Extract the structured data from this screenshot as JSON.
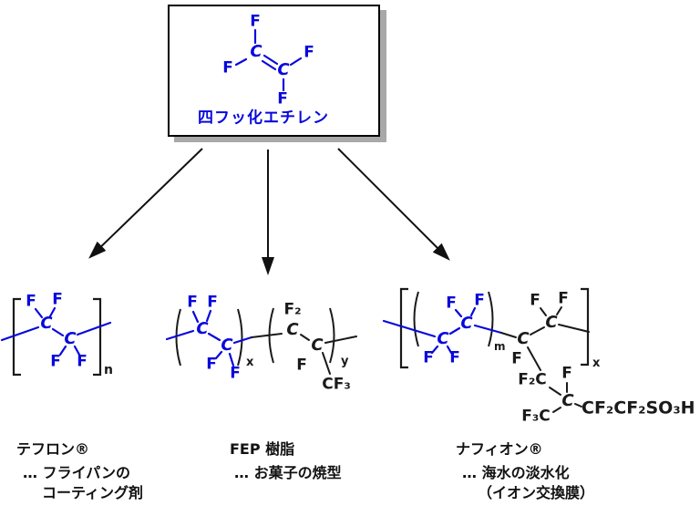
{
  "colors": {
    "structure_blue": "#0808dd",
    "ink": "#1a1a1a",
    "box_shadow": "#a8a8a8"
  },
  "monomer_box": {
    "label": "四フッ化エチレン",
    "atoms": {
      "f_top": "F",
      "c_left": "C",
      "f_left": "F",
      "c_right": "C",
      "f_right": "F",
      "f_bottom": "F"
    }
  },
  "polymers": [
    {
      "name": "テフロン®",
      "description": [
        "… フライパンの",
        "コーティング剤"
      ],
      "subscript": "n",
      "atoms": {
        "f1": "F",
        "f2": "F",
        "c1": "C",
        "c2": "C",
        "f3": "F",
        "f4": "F"
      }
    },
    {
      "name": "FEP 樹脂",
      "description": [
        "… お菓子の焼型"
      ],
      "unit1": {
        "subscript": "x",
        "atoms": {
          "f1": "F",
          "f2": "F",
          "c1": "C",
          "c2": "C",
          "f3": "F",
          "f4": "F"
        }
      },
      "unit2": {
        "subscript": "y",
        "atoms": {
          "f2_top": "F₂",
          "c3": "C",
          "c4": "C",
          "f_side": "F",
          "cf3": "CF₃"
        }
      }
    },
    {
      "name": "ナフィオン®",
      "description": [
        "… 海水の淡水化",
        "（イオン交換膜）"
      ],
      "main_unit": {
        "subscript": "m",
        "atoms": {
          "f_bottom1": "F",
          "f_bottom2": "F",
          "c1": "C",
          "c2": "C",
          "f_top1": "F",
          "f_top2": "F"
        }
      },
      "backbone": {
        "subscript": "x",
        "atoms": {
          "c3": "C",
          "f_c3": "F",
          "c4": "C",
          "f_c4_1": "F",
          "f_c4_2": "F"
        }
      },
      "side_chain": {
        "atoms": {
          "f2c": "F₂C",
          "f_top": "F",
          "c5": "C",
          "f3c": "F₃C",
          "tail": "CF₂CF₂SO₃H"
        }
      }
    }
  ]
}
